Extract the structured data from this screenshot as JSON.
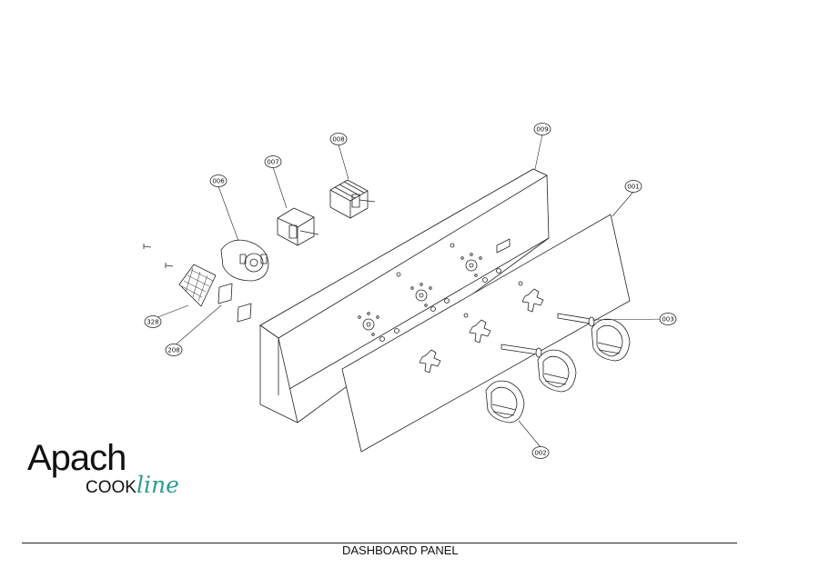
{
  "diagram": {
    "title": "DASHBOARD PANEL",
    "brand": {
      "name": "Apach",
      "sub_cook": "COOK",
      "sub_line": "line",
      "accent_color": "#2a9d8f"
    },
    "callouts": [
      {
        "id": "001"
      },
      {
        "id": "002"
      },
      {
        "id": "003"
      },
      {
        "id": "006"
      },
      {
        "id": "007"
      },
      {
        "id": "008"
      },
      {
        "id": "009"
      },
      {
        "id": "208"
      },
      {
        "id": "328"
      }
    ]
  }
}
